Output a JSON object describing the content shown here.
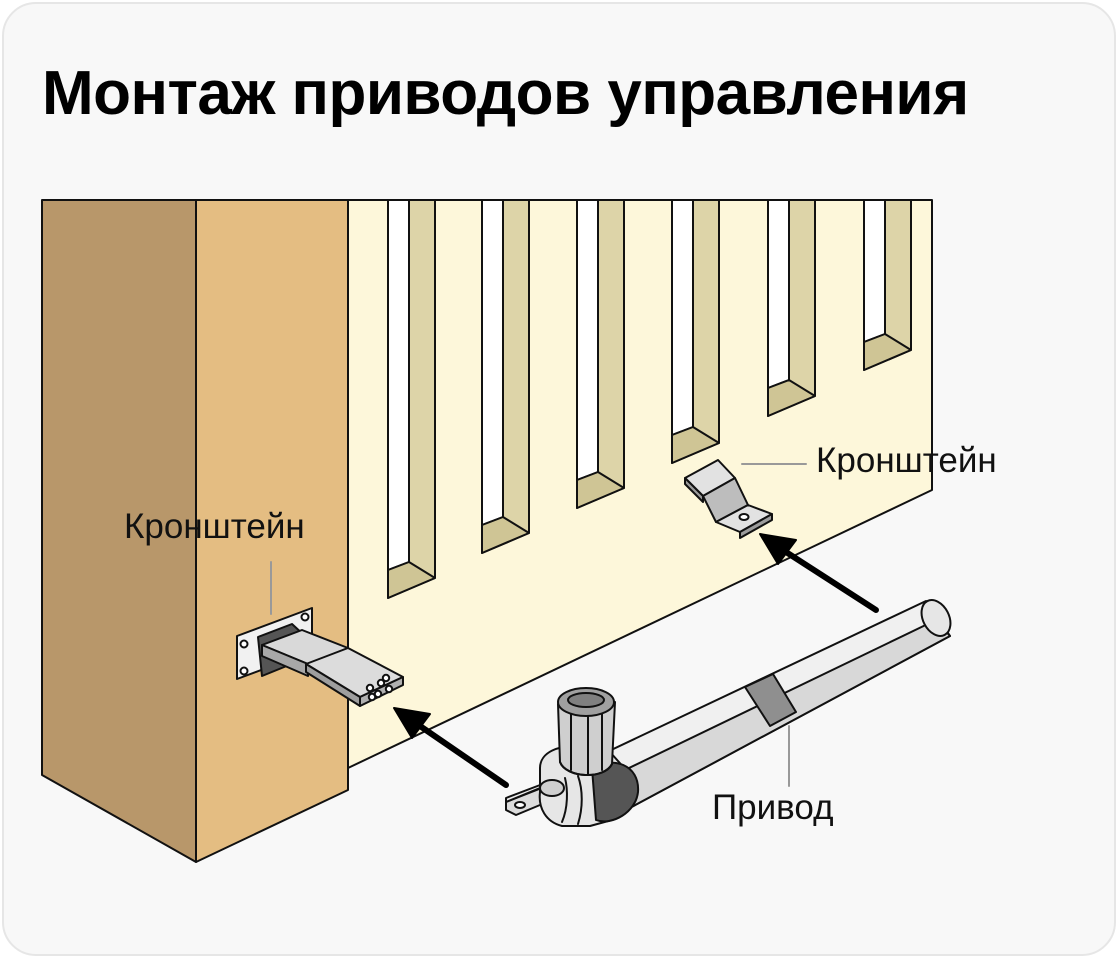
{
  "title": "Монтаж приводов управления",
  "labels": {
    "bracket_gate": "Кронштейн",
    "bracket_post": "Кронштейн",
    "actuator": "Привод"
  },
  "colors": {
    "post_front": "#e4bd82",
    "post_side": "#b8976a",
    "gate_fill": "#fdf7da",
    "slot_depth": "#ddd4a8",
    "metal": "#dcdcdc",
    "actuator_dark": "#555555",
    "band": "#8f8f8f"
  }
}
